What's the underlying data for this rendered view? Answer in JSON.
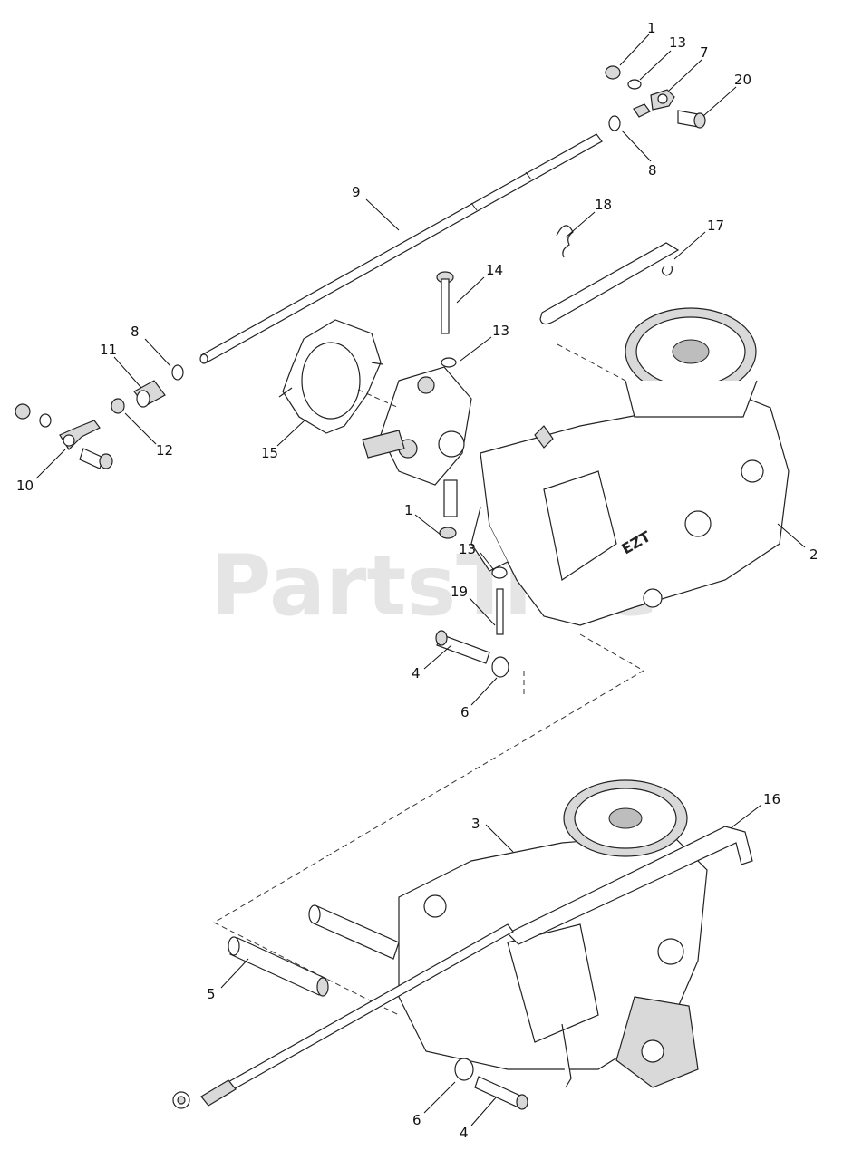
{
  "watermark": "PartsTree",
  "stamp": "EZT",
  "callouts": {
    "c1_top": "1",
    "c13_top": "13",
    "c7": "7",
    "c20": "20",
    "c8_top": "8",
    "c9": "9",
    "c18": "18",
    "c17": "17",
    "c14": "14",
    "c13_mid": "13",
    "c8_left": "8",
    "c11": "11",
    "c12": "12",
    "c10": "10",
    "c15": "15",
    "c1_mid": "1",
    "c13_low": "13",
    "c2": "2",
    "c19": "19",
    "c4_top": "4",
    "c6_top": "6",
    "c16": "16",
    "c3": "3",
    "c5": "5",
    "c6_bottom": "6",
    "c4_bottom": "4"
  }
}
